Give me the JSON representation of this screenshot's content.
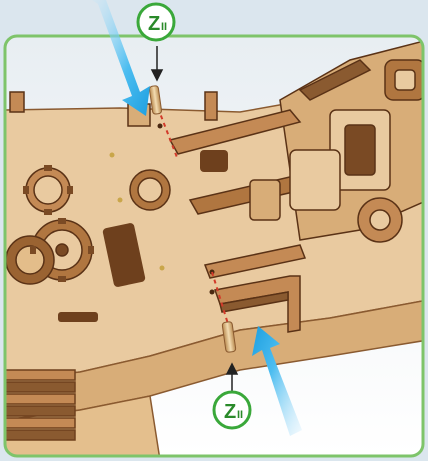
{
  "callouts": [
    {
      "label": "Z",
      "sub": "II"
    },
    {
      "label": "Z",
      "sub": "II"
    }
  ],
  "colors": {
    "background": "#dbe6ee",
    "frame": "#7ec46a",
    "callout_stroke": "#3aa83a",
    "callout_text": "#2a8a2a",
    "wood_light": "#e9caa0",
    "wood_mid": "#d8ad78",
    "wood_dark": "#7a4a24",
    "guide_line": "#d23a2a",
    "arrow_blue": "#2aa8e6"
  },
  "icons": [
    "blue-arrow-icon",
    "black-arrow-icon",
    "wooden-pin-icon"
  ]
}
